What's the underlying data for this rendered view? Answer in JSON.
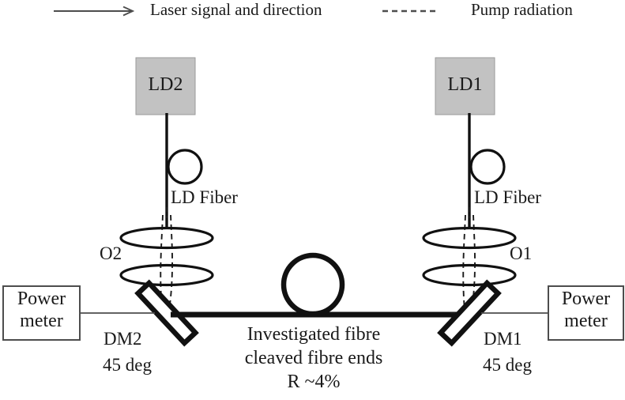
{
  "legend": {
    "laser": {
      "label": "Laser signal and direction",
      "style": "solid-arrow",
      "color": "#1a1a1a"
    },
    "pump": {
      "label": "Pump radiation",
      "style": "dashed-line",
      "color": "#1a1a1a"
    }
  },
  "sources": [
    {
      "id": "ld2",
      "label": "LD2",
      "side": "left",
      "fill": "#c2c2c2",
      "border": "#9a9a9a"
    },
    {
      "id": "ld1",
      "label": "LD1",
      "side": "right",
      "fill": "#c2c2c2",
      "border": "#9a9a9a"
    }
  ],
  "fibers": [
    {
      "id": "ld-fiber-left",
      "label": "LD Fiber"
    },
    {
      "id": "ld-fiber-right",
      "label": "LD Fiber"
    }
  ],
  "objectives": [
    {
      "id": "o2",
      "label": "O2",
      "side": "left",
      "lens_count": 2
    },
    {
      "id": "o1",
      "label": "O1",
      "side": "right",
      "lens_count": 2
    }
  ],
  "mirrors": [
    {
      "id": "dm2",
      "label": "DM2",
      "angle_label": "45 deg",
      "side": "left"
    },
    {
      "id": "dm1",
      "label": "DM1",
      "angle_label": "45 deg",
      "side": "right"
    }
  ],
  "detectors": [
    {
      "id": "power-meter-left",
      "line1": "Power",
      "line2": "meter",
      "arrow": "left"
    },
    {
      "id": "power-meter-right",
      "line1": "Power",
      "line2": "meter",
      "arrow": "right"
    }
  ],
  "sample": {
    "line1": "Investigated fibre",
    "line2": "cleaved fibre ends",
    "line3": "R ~4%"
  },
  "colors": {
    "stroke": "#1a1a1a",
    "thin_stroke": "#4d4d4d",
    "background": "#ffffff",
    "source_fill": "#c2c2c2"
  }
}
